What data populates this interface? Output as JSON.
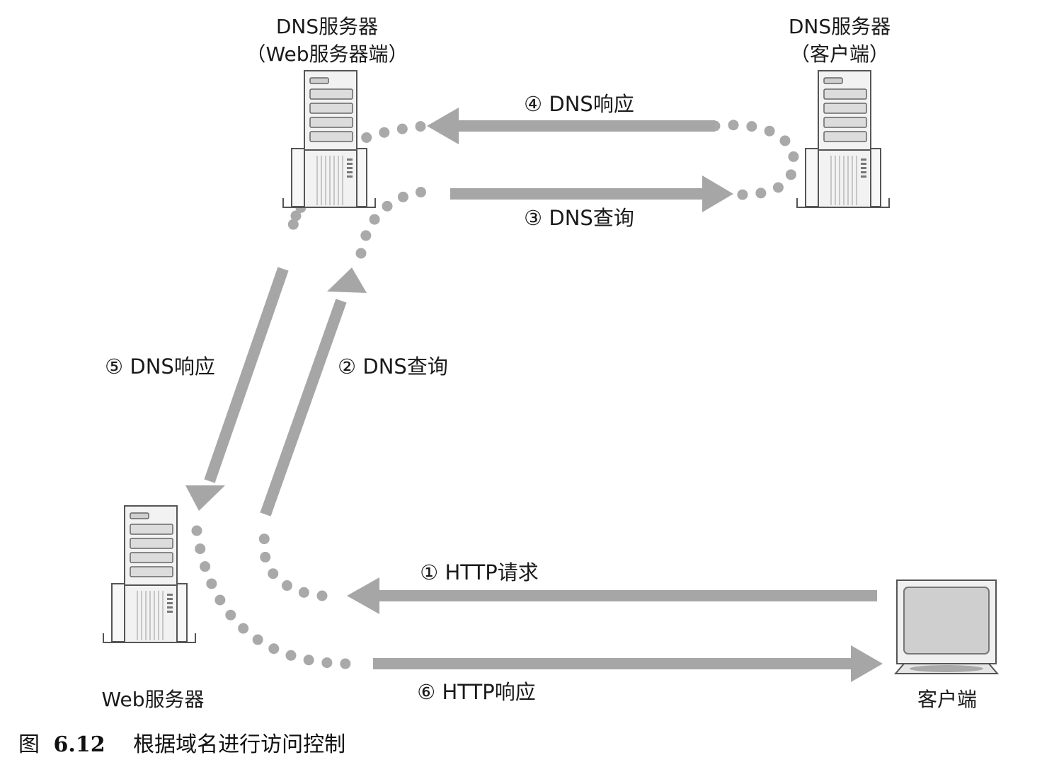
{
  "nodes": {
    "dns_web_side": {
      "line1": "DNS服务器",
      "line2": "（Web服务器端）",
      "icon": "server-tower-icon"
    },
    "dns_client_side": {
      "line1": "DNS服务器",
      "line2": "（客户端）",
      "icon": "server-tower-icon"
    },
    "web_server": {
      "label": "Web服务器",
      "icon": "server-tower-icon"
    },
    "client": {
      "label": "客户端",
      "icon": "monitor-icon"
    }
  },
  "steps": [
    {
      "label": "① HTTP请求"
    },
    {
      "label": "② DNS查询"
    },
    {
      "label": "③ DNS查询"
    },
    {
      "label": "④ DNS响应"
    },
    {
      "label": "⑤ DNS响应"
    },
    {
      "label": "⑥ HTTP响应"
    }
  ],
  "caption": {
    "prefix": "图",
    "number": "6.12",
    "title": "根据域名进行访问控制"
  },
  "colors": {
    "arrow": "#a6a6a6",
    "dots": "#a9a9a9",
    "server_fill": "#f2f2f2",
    "server_stroke": "#555555"
  }
}
